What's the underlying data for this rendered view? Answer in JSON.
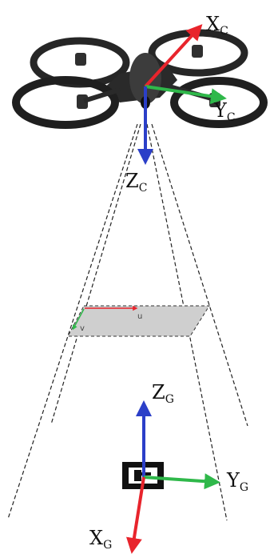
{
  "colors": {
    "x_axis": "#e8242c",
    "y_axis": "#2fb84a",
    "z_axis": "#2b3fc8",
    "frustum": "#222222",
    "image_plane_fill": "#cfcfcf",
    "drone_body": "#2a2a2a"
  },
  "camera_frame": {
    "x_main": "X",
    "x_sub": "C",
    "y_main": "Y",
    "y_sub": "C",
    "z_main": "Z",
    "z_sub": "C"
  },
  "ground_frame": {
    "x_main": "X",
    "x_sub": "G",
    "y_main": "Y",
    "y_sub": "G",
    "z_main": "Z",
    "z_sub": "G"
  },
  "image_plane": {
    "u_label": "u",
    "v_label": "v"
  }
}
